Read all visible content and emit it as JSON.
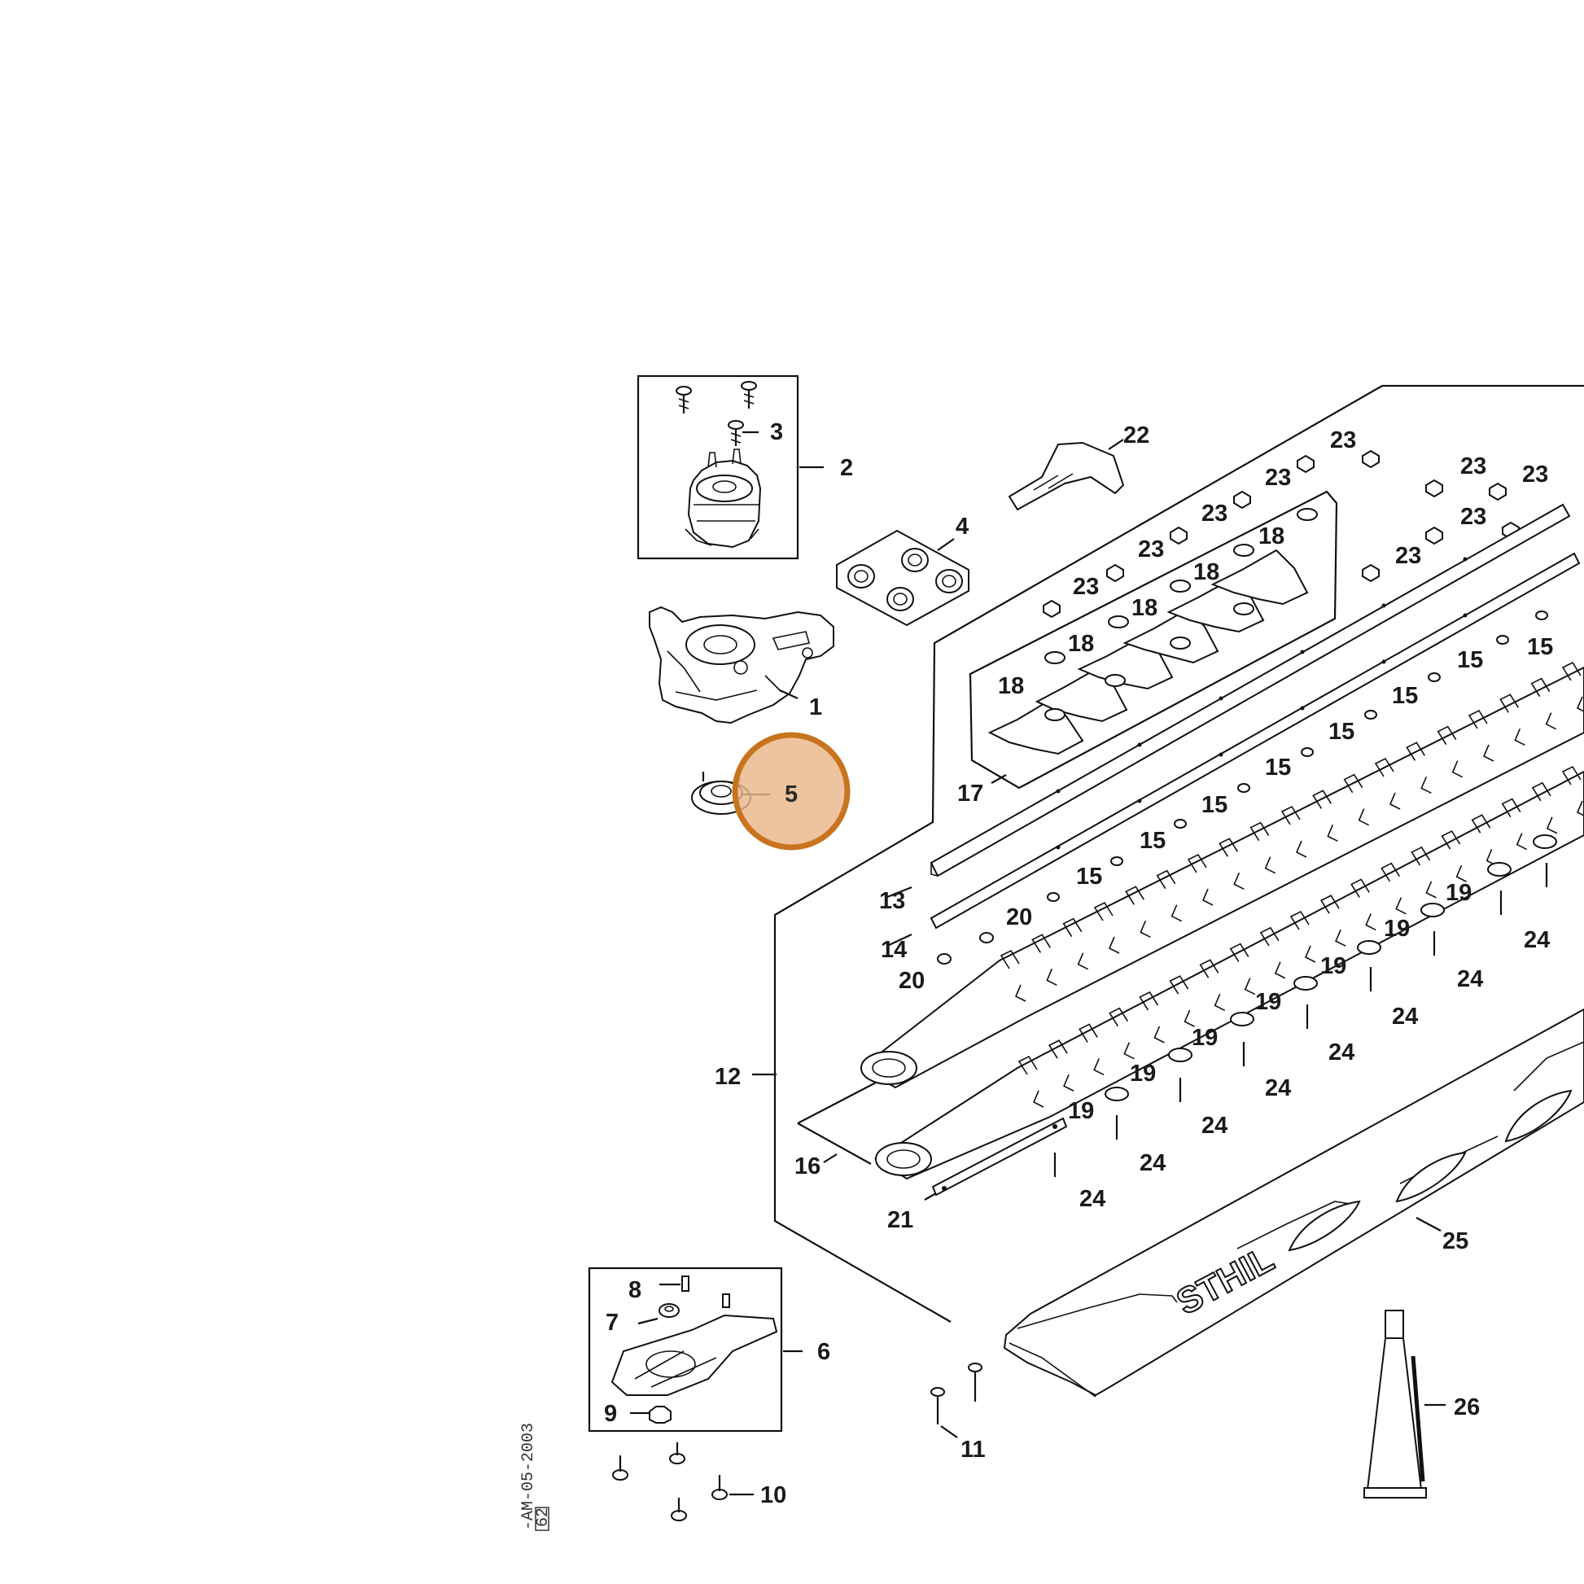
{
  "diagram": {
    "brand": "STHIL",
    "drawing_code": "-AM-05-2003",
    "drawing_code_box": "62",
    "highlight_color": "#c8741e",
    "highlight_fill": "#eab68a",
    "callouts": {
      "c1": "1",
      "c2": "2",
      "c3": "3",
      "c4": "4",
      "c5": "5",
      "c6": "6",
      "c7": "7",
      "c8": "8",
      "c9": "9",
      "c10": "10",
      "c11": "11",
      "c12": "12",
      "c13": "13",
      "c14": "14",
      "c15": "15",
      "c16": "16",
      "c17": "17",
      "c18": "18",
      "c19": "19",
      "c20": "20",
      "c21": "21",
      "c22": "22",
      "c23": "23",
      "c24": "24",
      "c25": "25",
      "c26": "26"
    },
    "highlighted_part": "5"
  }
}
